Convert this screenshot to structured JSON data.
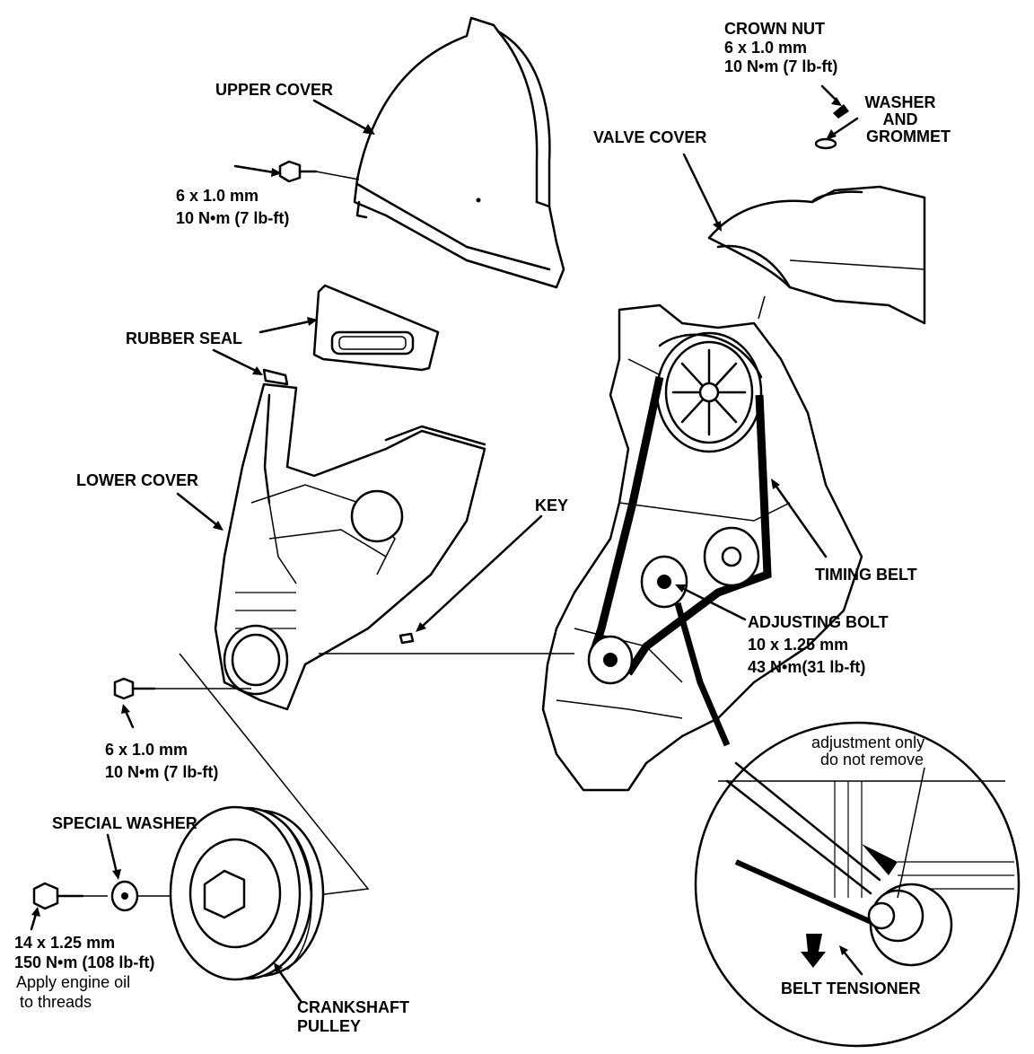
{
  "labels": {
    "upper_cover": "UPPER COVER",
    "upper_bolt_size": "6 x 1.0 mm",
    "upper_bolt_torque": "10 N•m (7 lb-ft)",
    "crown_nut": "CROWN NUT",
    "crown_nut_size": "6 x 1.0 mm",
    "crown_nut_torque": "10 N•m (7 lb-ft)",
    "washer": "WASHER",
    "and": "AND",
    "grommet": "GROMMET",
    "valve_cover": "VALVE COVER",
    "rubber_seal": "RUBBER SEAL",
    "lower_cover": "LOWER COVER",
    "key": "KEY",
    "timing_belt": "TIMING BELT",
    "adjusting_bolt": "ADJUSTING BOLT",
    "adjusting_bolt_size": "10 x 1.25 mm",
    "adjusting_bolt_torque": "43 N•m(31 lb-ft)",
    "lower_bolt_size": "6 x 1.0 mm",
    "lower_bolt_torque": "10 N•m (7 lb-ft)",
    "special_washer": "SPECIAL WASHER",
    "crank_bolt_size": "14 x 1.25 mm",
    "crank_bolt_torque": "150 N•m (108 lb-ft)",
    "apply_oil_1": "Apply engine oil",
    "apply_oil_2": "to threads",
    "crankshaft": "CRANKSHAFT",
    "pulley": "PULLEY",
    "adjustment_only": "adjustment only",
    "do_not_remove": "do not remove",
    "belt_tensioner": "BELT TENSIONER"
  }
}
